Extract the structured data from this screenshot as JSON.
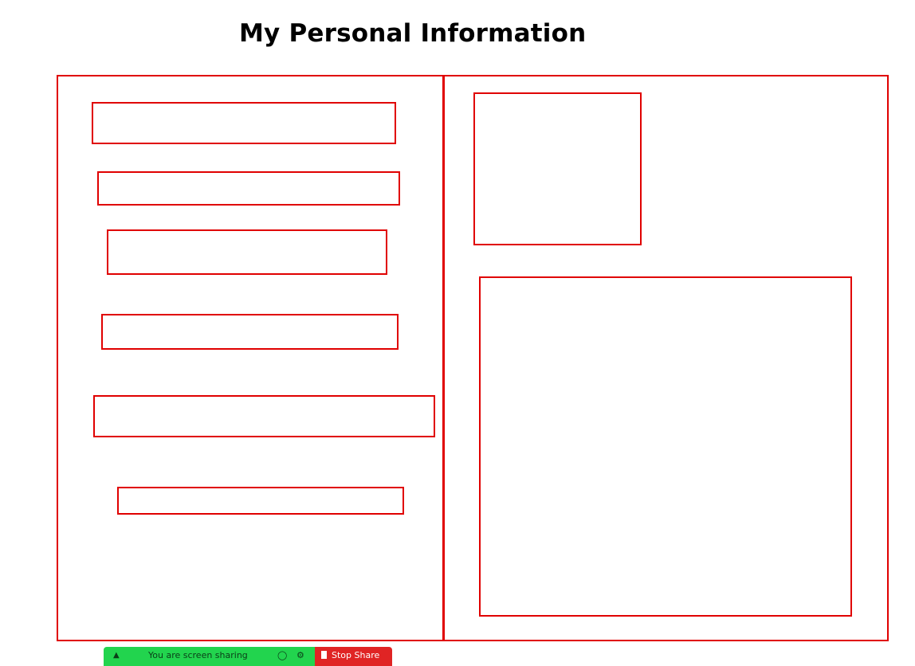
{
  "page": {
    "title": "My Personal Information"
  },
  "colors": {
    "box_border": "#e00000",
    "share_bar_green": "#22d44e",
    "stop_button_red": "#e02424"
  },
  "share_bar": {
    "status_text": "You are screen sharing",
    "pin_icon": "pin-icon",
    "shield_icon": "shield-icon",
    "settings_icon": "settings-icon",
    "stop_label": "Stop Share"
  }
}
